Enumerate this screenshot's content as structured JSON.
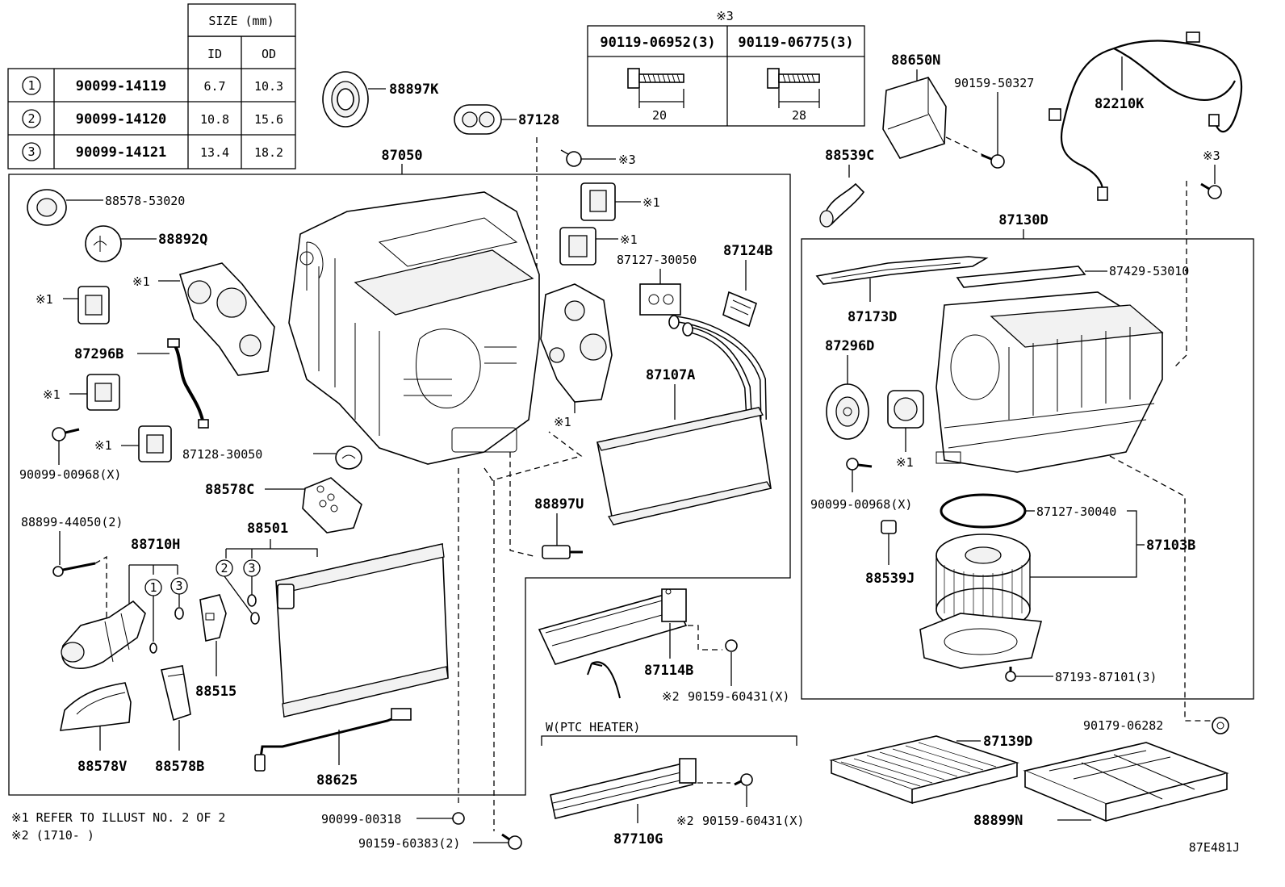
{
  "size_table": {
    "header_size": "SIZE (mm)",
    "header_id": "ID",
    "header_od": "OD",
    "rows": [
      {
        "num": "1",
        "part": "90099-14119",
        "id": "6.7",
        "od": "10.3"
      },
      {
        "num": "2",
        "part": "90099-14120",
        "id": "10.8",
        "od": "15.6"
      },
      {
        "num": "3",
        "part": "90099-14121",
        "id": "13.4",
        "od": "18.2"
      }
    ]
  },
  "bolt_table": {
    "mark": "※3",
    "cols": [
      {
        "part": "90119-06952(3)",
        "length": "20"
      },
      {
        "part": "90119-06775(3)",
        "length": "28"
      }
    ]
  },
  "labels": {
    "p88897K": "88897K",
    "p87128": "87128",
    "p87050": "87050",
    "p88578_53020": "88578-53020",
    "p88892Q": "88892Q",
    "p87296B": "87296B",
    "p90099_00968_left": "90099-00968(X)",
    "p87128_30050": "87128-30050",
    "p88578C": "88578C",
    "p88899_44050": "88899-44050(2)",
    "p88710H": "88710H",
    "p88501": "88501",
    "p88515": "88515",
    "p88578V": "88578V",
    "p88578B": "88578B",
    "p88625": "88625",
    "p90099_00318": "90099-00318",
    "p90159_60383": "90159-60383(2)",
    "p87127_30050": "87127-30050",
    "p87124B": "87124B",
    "p87107A": "87107A",
    "p88897U": "88897U",
    "p87114B": "87114B",
    "p90159_60431_a": "90159-60431(X)",
    "p90159_60431_b": "90159-60431(X)",
    "ptc_heater": "W(PTC HEATER)",
    "p87710G": "87710G",
    "p88650N": "88650N",
    "p90159_50327": "90159-50327",
    "p88539C": "88539C",
    "p82210K": "82210K",
    "p87130D": "87130D",
    "p87429_53010": "87429-53010",
    "p87173D": "87173D",
    "p87296D": "87296D",
    "p90099_00968_right": "90099-00968(X)",
    "p88539J": "88539J",
    "p87127_30040": "87127-30040",
    "p87103B": "87103B",
    "p87193_87101": "87193-87101(3)",
    "p90179_06282": "90179-06282",
    "p87139D": "87139D",
    "p88899N": "88899N",
    "ref_code": "87E481J"
  },
  "marks": {
    "m1": "※1",
    "m2": "※2",
    "m3": "※3"
  },
  "circled": {
    "c1": "1",
    "c2": "2",
    "c3": "3"
  },
  "notes": {
    "note1": "※1 REFER TO ILLUST NO. 2 OF 2",
    "note2": "※2 (1710-      )"
  }
}
